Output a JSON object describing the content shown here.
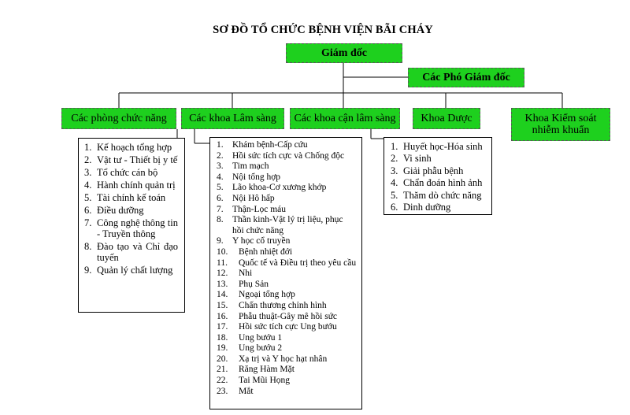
{
  "title": "SƠ ĐỒ TỔ CHỨC BỆNH VIỆN BÃI CHÁY",
  "nodes": {
    "director": "Giám đốc",
    "deputy": "Các Phó Giám đốc",
    "functional": "Các phòng chức năng",
    "clinical": "Các khoa Lâm sàng",
    "paraclinical": "Các khoa cận lâm sàng",
    "pharmacy": "Khoa Dược",
    "infection_control": "Khoa Kiểm soát nhiễm khuẩn"
  },
  "functional_items": [
    {
      "num": "1.",
      "text": "Kế hoạch tổng hợp"
    },
    {
      "num": "2.",
      "text": "Vật tư - Thiết bị y tế"
    },
    {
      "num": "3.",
      "text": "Tổ chức cán bộ"
    },
    {
      "num": "4.",
      "text": "Hành chính quản trị"
    },
    {
      "num": "5.",
      "text": "Tài chính kế toán"
    },
    {
      "num": "6.",
      "text": "Điều dưỡng"
    },
    {
      "num": "7.",
      "text": "Công nghệ thông tin - Truyền thông"
    },
    {
      "num": "8.",
      "text": "Đào tạo và Chỉ đạo tuyến"
    },
    {
      "num": "9.",
      "text": "Quản lý chất lượng"
    }
  ],
  "clinical_items": [
    {
      "num": "1.",
      "text": "Khám bệnh-Cấp cứu"
    },
    {
      "num": "2.",
      "text": "Hồi sức tích cực và Chống độc"
    },
    {
      "num": "3.",
      "text": "Tim mạch"
    },
    {
      "num": "4.",
      "text": "Nội tổng hợp"
    },
    {
      "num": "5.",
      "text": "Lão khoa-Cơ xương khớp"
    },
    {
      "num": "6.",
      "text": "Nội Hô hấp"
    },
    {
      "num": "7.",
      "text": "Thận-Lọc máu"
    },
    {
      "num": "8.",
      "text": "Thần kinh-Vật lý trị liệu, phục hồi chức năng"
    },
    {
      "num": "9.",
      "text": "Y học cổ truyền"
    },
    {
      "num": "10.",
      "text": "Bệnh nhiệt đới"
    },
    {
      "num": "11.",
      "text": "Quốc tế và Điều trị theo yêu cầu"
    },
    {
      "num": "12.",
      "text": "Nhi"
    },
    {
      "num": "13.",
      "text": "Phụ Sản"
    },
    {
      "num": "14.",
      "text": "Ngoại tổng hợp"
    },
    {
      "num": "15.",
      "text": "Chấn thương chỉnh hình"
    },
    {
      "num": "16.",
      "text": "Phẫu thuật-Gây mê hồi sức"
    },
    {
      "num": "17.",
      "text": "Hồi sức tích cực Ung bướu"
    },
    {
      "num": "18.",
      "text": "Ung bướu 1"
    },
    {
      "num": "19.",
      "text": "Ung bướu 2"
    },
    {
      "num": "20.",
      "text": "Xạ trị và Y học hạt nhân"
    },
    {
      "num": "21.",
      "text": "Răng Hàm Mặt"
    },
    {
      "num": "22.",
      "text": "Tai Mũi Họng"
    },
    {
      "num": "23.",
      "text": "Mắt"
    }
  ],
  "paraclinical_items": [
    {
      "num": "1.",
      "text": "Huyết học-Hóa sinh"
    },
    {
      "num": "2.",
      "text": "Vi sinh"
    },
    {
      "num": "3.",
      "text": "Giải phẫu bệnh"
    },
    {
      "num": "4.",
      "text": "Chẩn đoán hình ảnh"
    },
    {
      "num": "5.",
      "text": "Thăm dò chức năng"
    },
    {
      "num": "6.",
      "text": "Dinh dưỡng"
    }
  ]
}
